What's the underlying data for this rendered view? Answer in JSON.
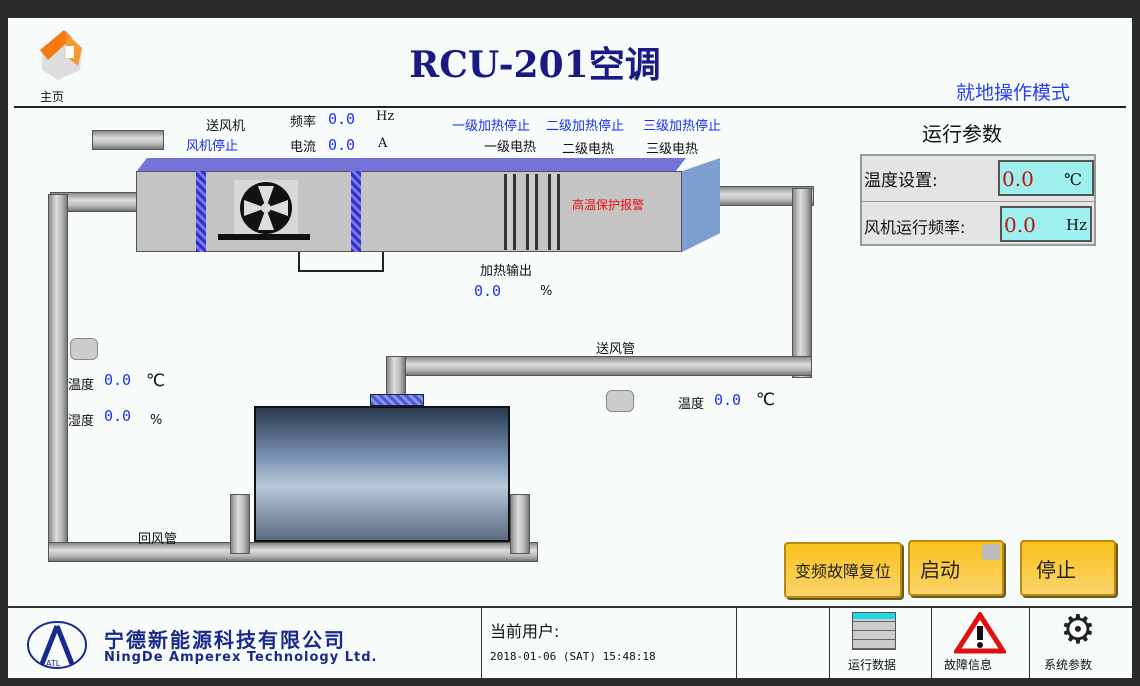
{
  "header": {
    "home_label": "主页",
    "title": "RCU-201空调",
    "mode": "就地操作模式"
  },
  "fan": {
    "label": "送风机",
    "status": "风机停止",
    "freq_label": "频率",
    "freq_value": "0.0",
    "freq_unit": "Hz",
    "current_label": "电流",
    "current_value": "0.0",
    "current_unit": "A"
  },
  "heaters": [
    {
      "status": "一级加热停止",
      "label": "一级电热"
    },
    {
      "status": "二级加热停止",
      "label": "二级电热"
    },
    {
      "status": "三级加热停止",
      "label": "三级电热"
    }
  ],
  "alarm": "高温保护报警",
  "heat_output": {
    "label": "加热输出",
    "value": "0.0",
    "unit": "%"
  },
  "supply_duct": {
    "label": "送风管",
    "temp_label": "温度",
    "temp_value": "0.0",
    "temp_unit": "℃"
  },
  "return_sensor": {
    "temp_label": "温度",
    "temp_value": "0.0",
    "temp_unit": "℃",
    "hum_label": "湿度",
    "hum_value": "0.0",
    "hum_unit": "%"
  },
  "return_duct": {
    "label": "回风管"
  },
  "params": {
    "title": "运行参数",
    "temp_set_label": "温度设置:",
    "temp_set_value": "0.0",
    "temp_set_unit": "℃",
    "fan_freq_label": "风机运行频率:",
    "fan_freq_value": "0.0",
    "fan_freq_unit": "Hz"
  },
  "buttons": {
    "reset": "变频故障复位",
    "start": "启动",
    "stop": "停止"
  },
  "footer": {
    "company_cn": "宁德新能源科技有限公司",
    "company_en": "NingDe Amperex Technology Ltd.",
    "logo_text": "ATL",
    "user_label": "当前用户:",
    "datetime": "2018-01-06 (SAT) 15:48:18",
    "nav": [
      "运行数据",
      "故障信息",
      "系统参数"
    ]
  }
}
